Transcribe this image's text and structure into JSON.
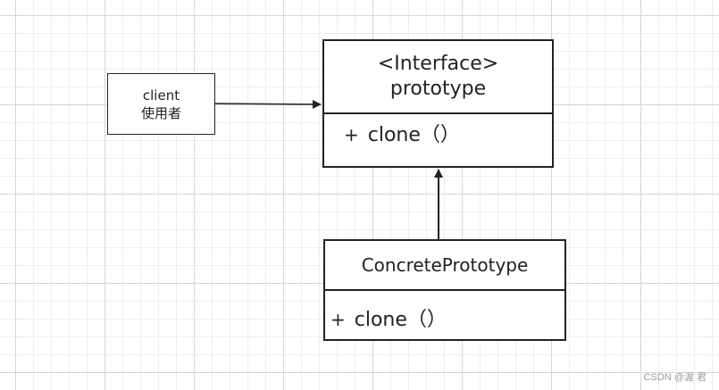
{
  "client": {
    "name": "client",
    "subtitle": "使用者"
  },
  "interface_class": {
    "stereotype": "<Interface>",
    "name": "prototype",
    "method_visibility": "+",
    "method": "clone（）"
  },
  "concrete_class": {
    "name": "ConcretePrototype",
    "method_visibility": "+",
    "method": "clone（）"
  },
  "watermark": "CSDN @渥 君",
  "colors": {
    "stroke": "#222222",
    "grid_major": "#d6d6d6",
    "grid_minor": "#ededed",
    "background": "#ffffff"
  }
}
